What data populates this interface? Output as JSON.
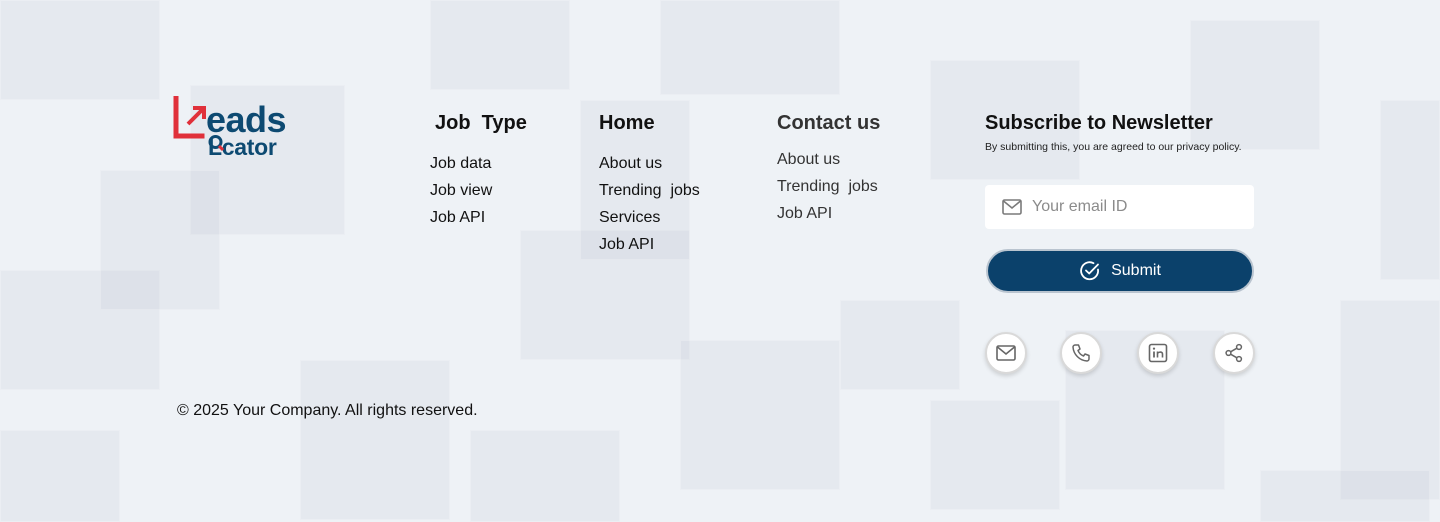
{
  "brand": {
    "word1": "eads",
    "word2_a": "L",
    "word2_b": "cator"
  },
  "columns": [
    {
      "title": "Job  Type",
      "links": [
        "Job data",
        "Job view",
        "Job API"
      ]
    },
    {
      "title": "Home",
      "links": [
        "About us",
        "Trending  jobs",
        "Services",
        "Job API"
      ]
    },
    {
      "title": "Contact us",
      "links": [
        "About us",
        "Trending  jobs",
        "Job API"
      ]
    }
  ],
  "newsletter": {
    "title": "Subscribe to Newsletter",
    "note": "By submitting this, you are agreed to our privacy policy.",
    "email_placeholder": "Your email ID",
    "submit_label": "Submit"
  },
  "socials": [
    "mail-icon",
    "phone-icon",
    "linkedin-icon",
    "share-icon"
  ],
  "copyright": "© 2025 Your Company. All rights reserved.",
  "colors": {
    "brand_blue": "#0d4a72",
    "brand_red": "#e0303a",
    "button": "#0b416b"
  }
}
